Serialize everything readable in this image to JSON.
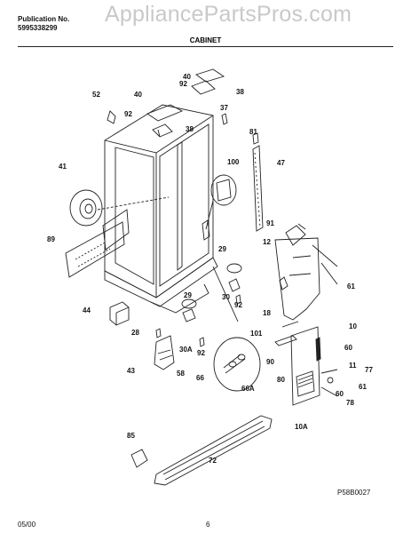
{
  "header": {
    "publication_label": "Publication No.",
    "publication_number": "5995338299",
    "watermark": "AppliancePartsPros.com",
    "section_title": "CABINET"
  },
  "callouts": [
    "40",
    "92",
    "38",
    "52",
    "40",
    "92",
    "38",
    "37",
    "81",
    "47",
    "100",
    "41",
    "89",
    "91",
    "12",
    "29",
    "61",
    "30",
    "92",
    "18",
    "44",
    "29",
    "10",
    "101",
    "28",
    "30A",
    "92",
    "60",
    "90",
    "11",
    "77",
    "43",
    "58",
    "66",
    "66A",
    "80",
    "61",
    "78",
    "60",
    "10A",
    "85",
    "72"
  ],
  "footer": {
    "date": "05/00",
    "page_number": "6",
    "diagram_code": "P58B0027"
  },
  "colors": {
    "ink": "#111111",
    "watermark": "#c9c9c9"
  }
}
